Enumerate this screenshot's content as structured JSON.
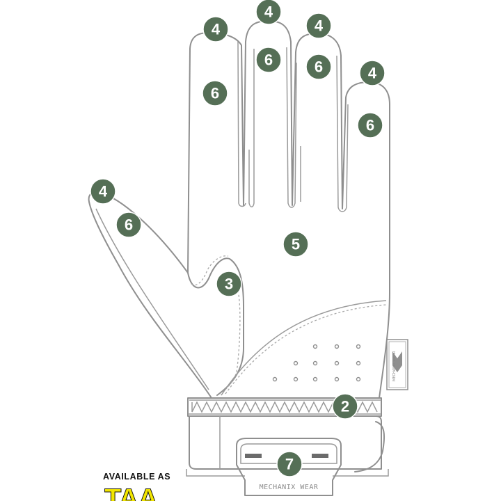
{
  "labels": {
    "thumb_tip": "4",
    "index_tip": "4",
    "middle_tip": "4",
    "ring_tip": "4",
    "pinky_tip": "4",
    "thumb_panel": "6",
    "index_panel": "6",
    "middle_panel": "6",
    "ring_panel": "6",
    "pinky_panel": "6",
    "palm": "5",
    "thumb_crotch": "3",
    "cuff": "2",
    "closure": "7"
  },
  "closure_brand": "MECHANIX WEAR",
  "side_tag": "MECHANIX WEAR",
  "availability": "AVAILABLE AS",
  "taa_logo": "TAA",
  "colors": {
    "badge": "#556f56",
    "outline": "#8f8f8f",
    "taa_yellow": "#f2e600"
  }
}
